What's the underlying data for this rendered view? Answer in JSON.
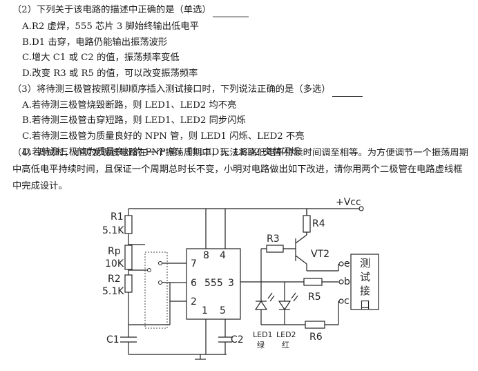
{
  "q2": {
    "stem": "（2）下列关于该电路的描述中正确的是（单选）",
    "options": [
      "A.R2 虚焊，555 芯片 3 脚始终输出低电平",
      "B.D1 击穿，电路仍能输出振荡波形",
      "C.增大 C1 或 C2 的值，振荡频率变低",
      "D.改变 R3 或 R5 的值，可以改变振荡频率"
    ]
  },
  "q3": {
    "stem": "（3）将待测三极管按照引脚顺序插入测试接口时，下列说法正确的是（多选）",
    "options": [
      "A.若待测三极管烧毁断路，则 LED1、LED2 均不亮",
      "B.若待测三极管击穿短路，则 LED1、LED2 同步闪烁",
      "C.若待测三极管为质量良好的 NPN 管，则 LED1 闪烁、LED2 不亮",
      "D.若待测三极管为质量良好的 PNP 管，则 LED1、LED2 交替闪烁"
    ]
  },
  "q4": {
    "text": "（4）调试时，小明发现该电路在一个振荡周期中，无法将高低电平持续时间调至相等。为方便调节一个振荡周期中高低电平持续时间，且保证一个周期总时长不变，小明对电路做出如下改进，请你用两个二极管在电路虚线框中完成设计。"
  },
  "circuit": {
    "vcc": "+Vcc",
    "r1": "R1",
    "r1_value": "5.1K",
    "rp": "Rp",
    "rp_value": "10K",
    "r2": "R2",
    "r2_value": "5.1K",
    "c1": "C1",
    "c2": "C2",
    "ic_name": "555",
    "pin8": "8",
    "pin4": "4",
    "pin7": "7",
    "pin6": "6",
    "pin3": "3",
    "pin2": "2",
    "pin1": "1",
    "pin5": "5",
    "r3": "R3",
    "r4": "R4",
    "r5": "R5",
    "r6": "R6",
    "vt2": "VT2",
    "led1": "LED1",
    "led1_color": "绿",
    "led2": "LED2",
    "led2_color": "红",
    "pin_e": "e",
    "pin_b": "b",
    "pin_c": "c",
    "port_label": [
      "测",
      "试",
      "接",
      "口"
    ]
  }
}
